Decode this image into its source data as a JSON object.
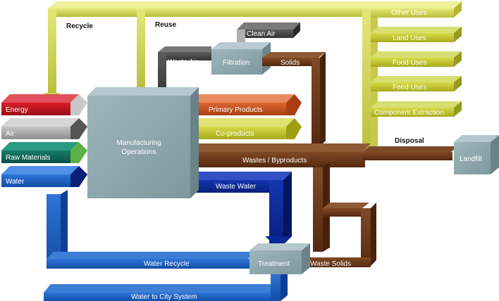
{
  "diagram": {
    "labels": {
      "recycle": "Recycle",
      "reuse": "Reuse",
      "other_uses": "Other Uses",
      "land_uses": "Land Uses",
      "food_uses": "Food Uses",
      "feed_uses": "Feed Uses",
      "component_extraction": "Component Extraction",
      "clean_air": "Clean Air",
      "waste_air": "Waste Air",
      "filtration": "Filtration",
      "solids": "Solids",
      "energy": "Energy",
      "air": "Air",
      "raw_materials": "Raw Materials",
      "water": "Water",
      "manufacturing_line1": "Manufacturing",
      "manufacturing_line2": "Operations",
      "primary_products": "Primary Products",
      "co_products": "Co-products",
      "wastes_byproducts": "Wastes / Byproducts",
      "disposal": "Disposal",
      "landfill": "Landfill",
      "waste_water": "Waste Water",
      "treatment": "Treatment",
      "waste_solids": "Waste Solids",
      "water_recycle": "Water Recycle",
      "water_to_city": "Water to City System"
    },
    "colors": {
      "recycle_flow": "#d6dc5c",
      "energy_flow": "#c0141e",
      "air_flow": "#a8a8a8",
      "raw_materials_flow": "#0f6b5a",
      "water_flow": "#1d5fc4",
      "waste_water_flow": "#0b2b9a",
      "primary_products_flow": "#c8501e",
      "co_products_flow": "#c6c92e",
      "wastes_flow": "#6b3a1c",
      "waste_air_flow": "#4a4a4a",
      "process_box": "#8faab0"
    }
  }
}
